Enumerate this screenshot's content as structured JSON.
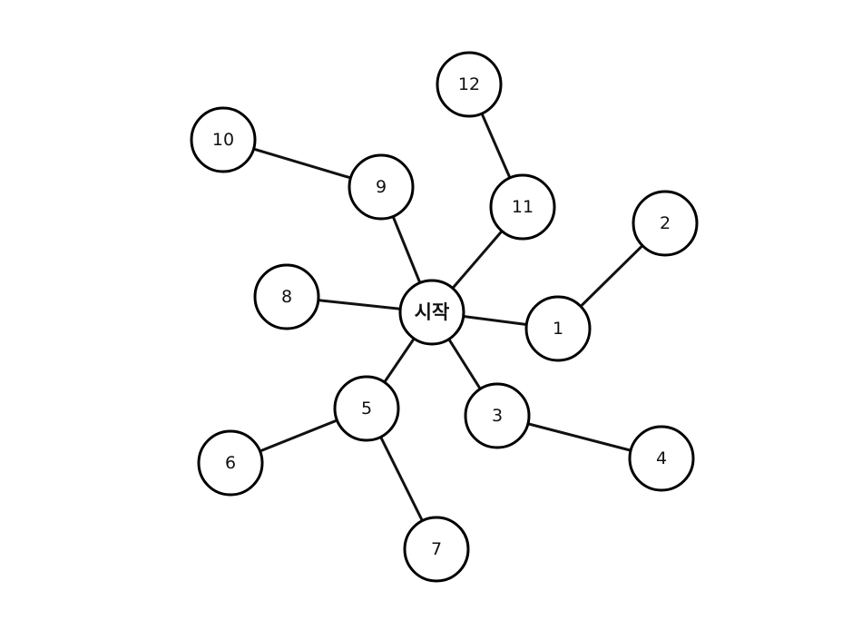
{
  "diagram": {
    "nodes": [
      {
        "id": "start",
        "label": "시작"
      },
      {
        "id": "n1",
        "label": "1"
      },
      {
        "id": "n2",
        "label": "2"
      },
      {
        "id": "n3",
        "label": "3"
      },
      {
        "id": "n4",
        "label": "4"
      },
      {
        "id": "n5",
        "label": "5"
      },
      {
        "id": "n6",
        "label": "6"
      },
      {
        "id": "n7",
        "label": "7"
      },
      {
        "id": "n8",
        "label": "8"
      },
      {
        "id": "n9",
        "label": "9"
      },
      {
        "id": "n10",
        "label": "10"
      },
      {
        "id": "n11",
        "label": "11"
      },
      {
        "id": "n12",
        "label": "12"
      }
    ],
    "edges": [
      {
        "from": "start",
        "to": "n1"
      },
      {
        "from": "n1",
        "to": "n2"
      },
      {
        "from": "start",
        "to": "n3"
      },
      {
        "from": "n3",
        "to": "n4"
      },
      {
        "from": "start",
        "to": "n5"
      },
      {
        "from": "n5",
        "to": "n6"
      },
      {
        "from": "n5",
        "to": "n7"
      },
      {
        "from": "start",
        "to": "n8"
      },
      {
        "from": "start",
        "to": "n9"
      },
      {
        "from": "n9",
        "to": "n10"
      },
      {
        "from": "start",
        "to": "n11"
      },
      {
        "from": "n11",
        "to": "n12"
      }
    ],
    "colors": {
      "stroke": "#000000",
      "fill": "#ffffff",
      "text": "#111111"
    }
  }
}
